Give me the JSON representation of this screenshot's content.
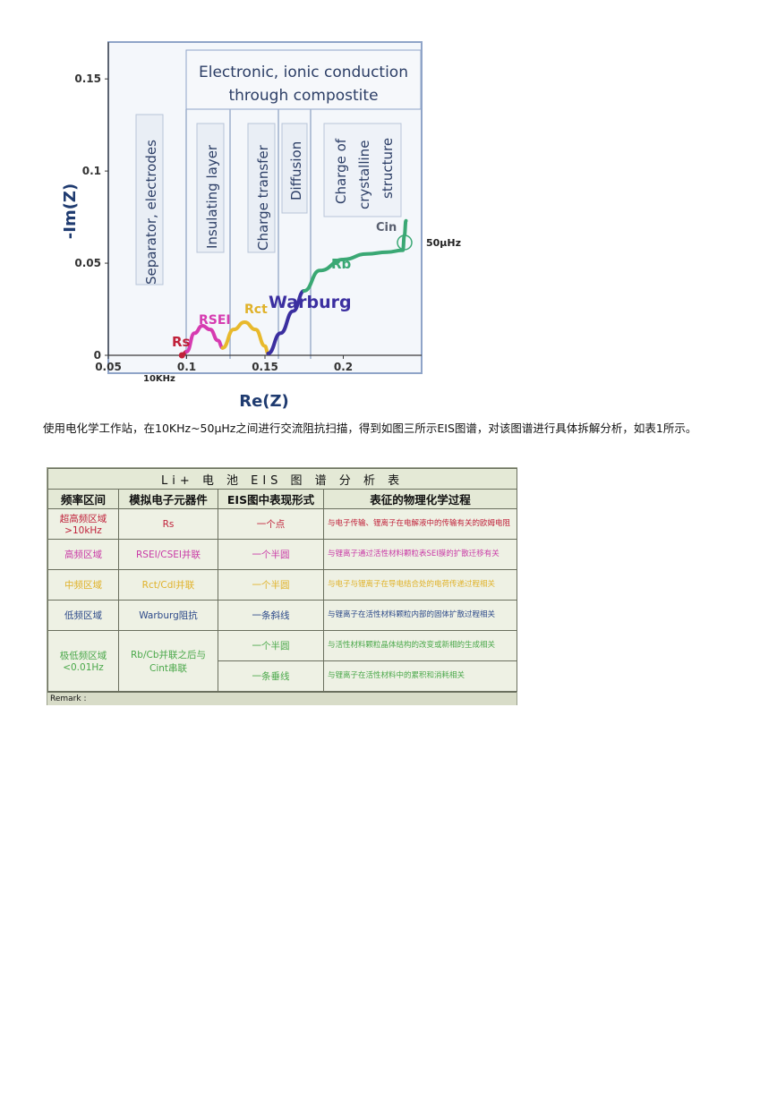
{
  "figure": {
    "banner": {
      "line1": "Electronic, ionic conduction",
      "line2": "through compostite"
    },
    "regions": {
      "separator": "Separator, electrodes",
      "insulating": "Insulating layer",
      "charge_transfer": "Charge transfer",
      "diffusion": "Diffusion",
      "crystal_line1": "Charge of",
      "crystal_line2": "crystalline",
      "crystal_line3": "structure"
    },
    "element_labels": {
      "rs": "Rs",
      "rsei": "RSEI",
      "rct": "Rct",
      "warburg": "Warburg",
      "rb": "Rb",
      "cin": "Cin"
    },
    "annotations": {
      "low_freq": "50μHz",
      "high_freq": "10KHz"
    },
    "colors": {
      "rs": "#c0213a",
      "rsei": "#d63bb0",
      "rct": "#e8b92c",
      "warburg": "#3b2fa0",
      "rb": "#3aa874",
      "frame": "#8fa4c8"
    }
  },
  "chart_data": {
    "type": "line",
    "title": "",
    "xlabel": "Re(Z)",
    "ylabel": "-Im(Z)",
    "xlim": [
      0.05,
      0.25
    ],
    "ylim": [
      0,
      0.17
    ],
    "x_ticks": [
      "0.05",
      "0.1",
      "0.15",
      "0.2"
    ],
    "y_ticks": [
      "0",
      "0.05",
      "0.1",
      "0.15"
    ],
    "series": [
      {
        "name": "Rs",
        "x": [
          0.097,
          0.1
        ],
        "y": [
          0.0,
          0.002
        ],
        "color": "#c0213a"
      },
      {
        "name": "RSEI",
        "x": [
          0.1,
          0.105,
          0.11,
          0.115,
          0.12,
          0.123
        ],
        "y": [
          0.002,
          0.012,
          0.016,
          0.014,
          0.008,
          0.004
        ],
        "color": "#d63bb0"
      },
      {
        "name": "Rct",
        "x": [
          0.123,
          0.13,
          0.137,
          0.144,
          0.15,
          0.152
        ],
        "y": [
          0.004,
          0.014,
          0.018,
          0.014,
          0.005,
          0.001
        ],
        "color": "#e8b92c"
      },
      {
        "name": "Warburg",
        "x": [
          0.152,
          0.16,
          0.168,
          0.175
        ],
        "y": [
          0.001,
          0.012,
          0.024,
          0.035
        ],
        "color": "#3b2fa0"
      },
      {
        "name": "Rb",
        "x": [
          0.175,
          0.185,
          0.2,
          0.215,
          0.228,
          0.238
        ],
        "y": [
          0.035,
          0.046,
          0.052,
          0.055,
          0.056,
          0.057
        ],
        "color": "#3aa874"
      },
      {
        "name": "Cin",
        "x": [
          0.238,
          0.239,
          0.24
        ],
        "y": [
          0.057,
          0.065,
          0.073
        ],
        "color": "#3aa874"
      }
    ]
  },
  "caption": "使用电化学工作站，在10KHz~50μHz之间进行交流阻抗扫描，得到如图三所示EIS图谱，对该图谱进行具体拆解分析，如表1所示。",
  "table": {
    "title": "Li+ 电 池 EIS 图 谱 分 析 表",
    "headers": [
      "频率区间",
      "模拟电子元器件",
      "EIS图中表现形式",
      "表征的物理化学过程"
    ],
    "rows": [
      {
        "freq_line1": "超高频区域",
        "freq_line2": ">10kHz",
        "component": "Rs",
        "shape": "一个点",
        "process": "与电子传输、锂离子在电解液中的传输有关的欧姆电阻",
        "color": "#c0213a"
      },
      {
        "freq_line1": "高频区域",
        "freq_line2": "",
        "component": "RSEI/CSEI并联",
        "shape": "一个半圆",
        "process": "与锂离子通过活性材料颗粒表SEI膜的扩散迁移有关",
        "color": "#c93aa6"
      },
      {
        "freq_line1": "中频区域",
        "freq_line2": "",
        "component": "Rct/Cdl并联",
        "shape": "一个半圆",
        "process": "与电子与锂离子在导电结合处的电荷传递过程相关",
        "color": "#e0b22a"
      },
      {
        "freq_line1": "低频区域",
        "freq_line2": "",
        "component": "Warburg阻抗",
        "shape": "一条斜线",
        "process": "与锂离子在活性材料颗粒内部的固体扩散过程相关",
        "color": "#2d4a8a"
      },
      {
        "freq_line1": "极低频区域",
        "freq_line2": "<0.01Hz",
        "component": "Rb/Cb并联之后与Cint串联",
        "shape": "一个半圆",
        "process": "与活性材料颗粒晶体结构的改变或新相的生成相关",
        "color": "#4aa84a"
      },
      {
        "shape": "一条垂线",
        "process": "与锂离子在活性材料中的累积和消耗相关",
        "color": "#4aa84a"
      }
    ],
    "remark": "Remark :"
  }
}
